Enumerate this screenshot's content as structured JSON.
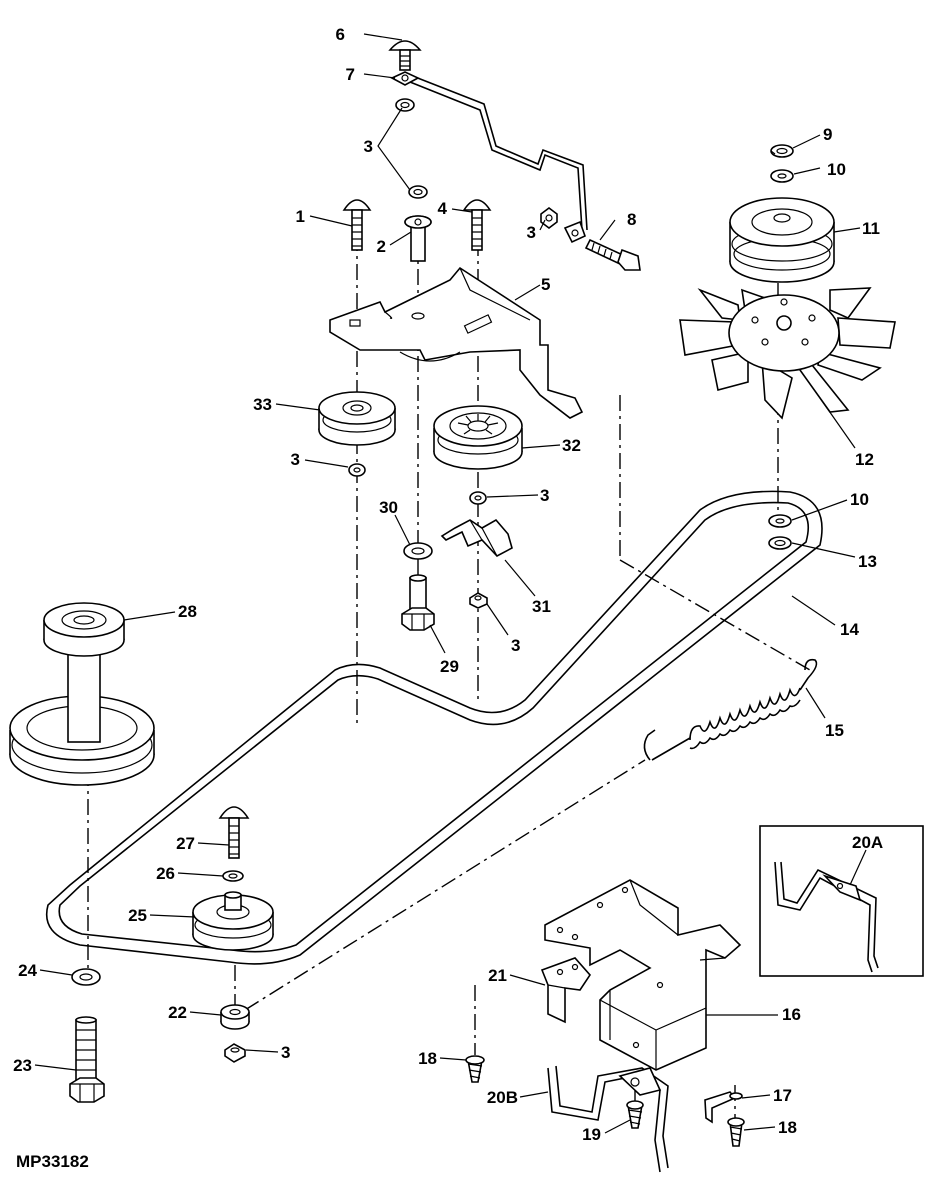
{
  "figure_id": "MP33182",
  "inset_label": "20A",
  "callouts": [
    {
      "id": "c6",
      "text": "6"
    },
    {
      "id": "c7",
      "text": "7"
    },
    {
      "id": "c3a",
      "text": "3"
    },
    {
      "id": "c1",
      "text": "1"
    },
    {
      "id": "c2",
      "text": "2"
    },
    {
      "id": "c4",
      "text": "4"
    },
    {
      "id": "c3b",
      "text": "3"
    },
    {
      "id": "c8",
      "text": "8"
    },
    {
      "id": "c5",
      "text": "5"
    },
    {
      "id": "c9",
      "text": "9"
    },
    {
      "id": "c10a",
      "text": "10"
    },
    {
      "id": "c11",
      "text": "11"
    },
    {
      "id": "c12",
      "text": "12"
    },
    {
      "id": "c33",
      "text": "33"
    },
    {
      "id": "c32",
      "text": "32"
    },
    {
      "id": "c3c",
      "text": "3"
    },
    {
      "id": "c3d",
      "text": "3"
    },
    {
      "id": "c30",
      "text": "30"
    },
    {
      "id": "c10b",
      "text": "10"
    },
    {
      "id": "c13",
      "text": "13"
    },
    {
      "id": "c31",
      "text": "31"
    },
    {
      "id": "c14",
      "text": "14"
    },
    {
      "id": "c28",
      "text": "28"
    },
    {
      "id": "c3e",
      "text": "3"
    },
    {
      "id": "c29",
      "text": "29"
    },
    {
      "id": "c15",
      "text": "15"
    },
    {
      "id": "c27",
      "text": "27"
    },
    {
      "id": "c26",
      "text": "26"
    },
    {
      "id": "c25",
      "text": "25"
    },
    {
      "id": "c24",
      "text": "24"
    },
    {
      "id": "c21",
      "text": "21"
    },
    {
      "id": "c16",
      "text": "16"
    },
    {
      "id": "c22",
      "text": "22"
    },
    {
      "id": "c3f",
      "text": "3"
    },
    {
      "id": "c18a",
      "text": "18"
    },
    {
      "id": "c23",
      "text": "23"
    },
    {
      "id": "c20b",
      "text": "20B"
    },
    {
      "id": "c17",
      "text": "17"
    },
    {
      "id": "c19",
      "text": "19"
    },
    {
      "id": "c18b",
      "text": "18"
    }
  ]
}
